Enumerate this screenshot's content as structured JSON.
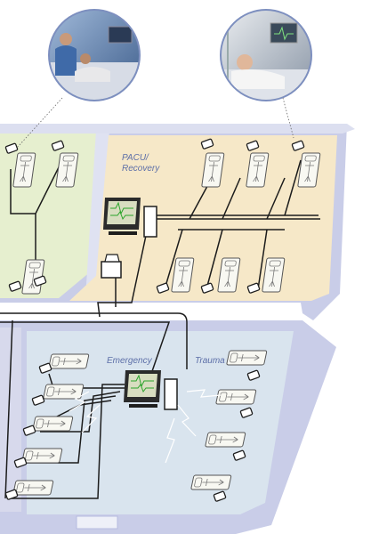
{
  "zones": {
    "pacu_label_line1": "PACU/",
    "pacu_label_line2": "Recovery",
    "emergency_label": "Emergency",
    "trauma_label": "Trauma"
  },
  "photos": [
    {
      "subject": "caregiver-with-patient-photo"
    },
    {
      "subject": "patient-in-bed-with-monitor-photo"
    }
  ],
  "colors": {
    "frame": "#c9cde8",
    "frame_dark": "#b6bbdf",
    "left_ward": "#e6efcf",
    "pacu": "#f6e8c8",
    "emergency": "#d9e4ee",
    "cable": "#1c1c1c",
    "label": "#5d6fa8"
  },
  "icons": [
    "patient-monitor-icon",
    "central-station-icon",
    "telemetry-transmitter-icon",
    "network-switch-icon",
    "bed-icon",
    "wireless-signal-icon"
  ]
}
